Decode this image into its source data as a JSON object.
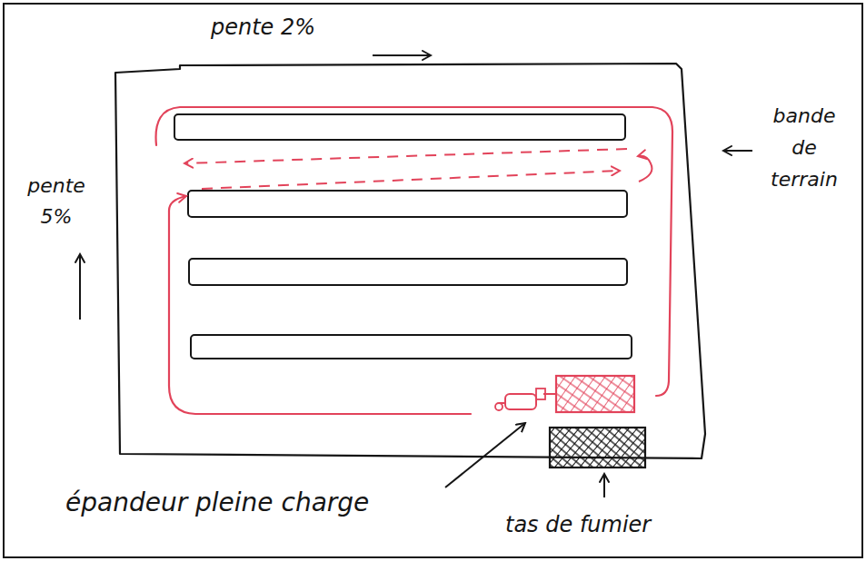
{
  "diagram": {
    "labels": [
      "pente 2%",
      "bande de terrain",
      "pente 5%",
      "épandeur pleine charge",
      "tas de fumier"
    ]
  }
}
